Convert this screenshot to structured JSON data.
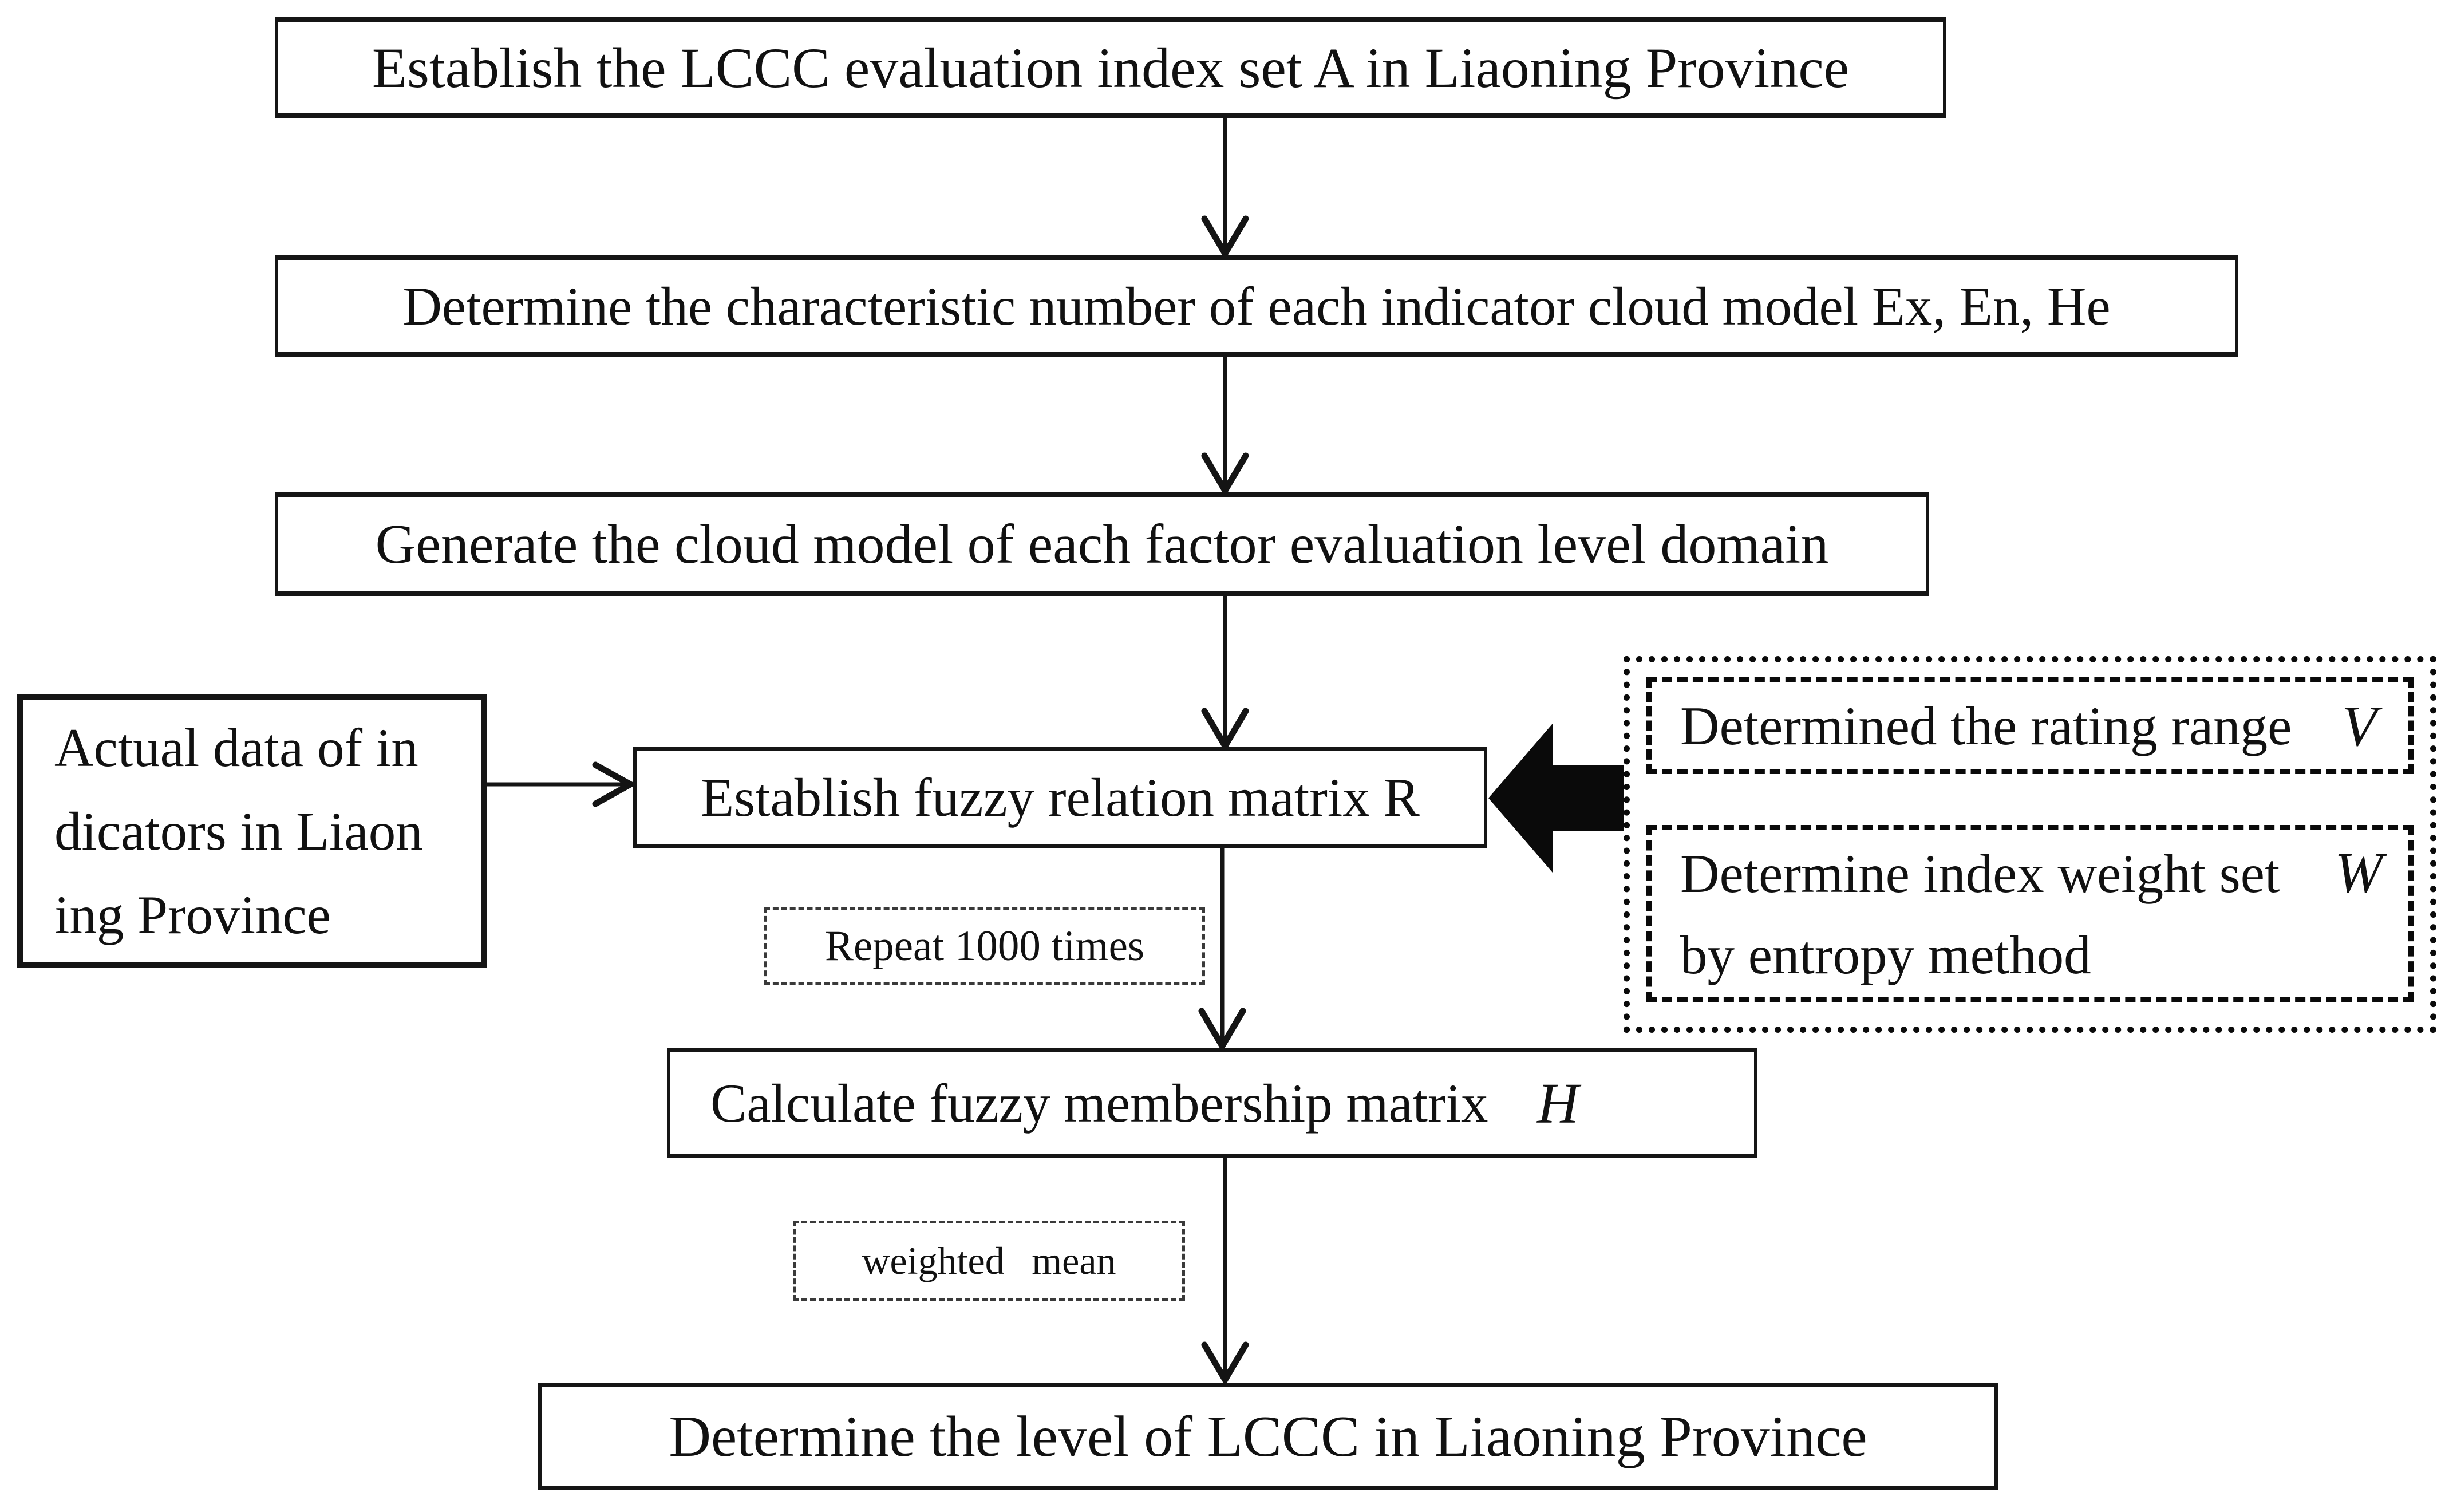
{
  "figure": {
    "background": "#ffffff",
    "ink": "#111111",
    "nodes": {
      "establish_index_set": {
        "label": "Establish the LCCC evaluation index set A in Liaoning Province"
      },
      "characteristic_number": {
        "label": "Determine the characteristic number of each indicator cloud model Ex, En, He"
      },
      "generate_cloud_model": {
        "label": "Generate the cloud model of each factor evaluation level domain"
      },
      "actual_data": {
        "lines": [
          "Actual data of in",
          "dicators in Liaon",
          "ing Province"
        ]
      },
      "fuzzy_relation_matrix": {
        "label": "Establish fuzzy relation matrix R"
      },
      "rating_range": {
        "label": "Determined the rating range",
        "symbol": "V"
      },
      "index_weight": {
        "label_line1": "Determine index weight set",
        "symbol": "W",
        "label_line2": "by entropy method"
      },
      "repeat_note": {
        "label": "Repeat 1000 times"
      },
      "membership_matrix": {
        "label": "Calculate fuzzy membership matrix",
        "symbol": "H"
      },
      "weighted_mean_note": {
        "label": "weighted mean"
      },
      "determine_level": {
        "label": "Determine the level of LCCC in Liaoning Province"
      }
    }
  }
}
